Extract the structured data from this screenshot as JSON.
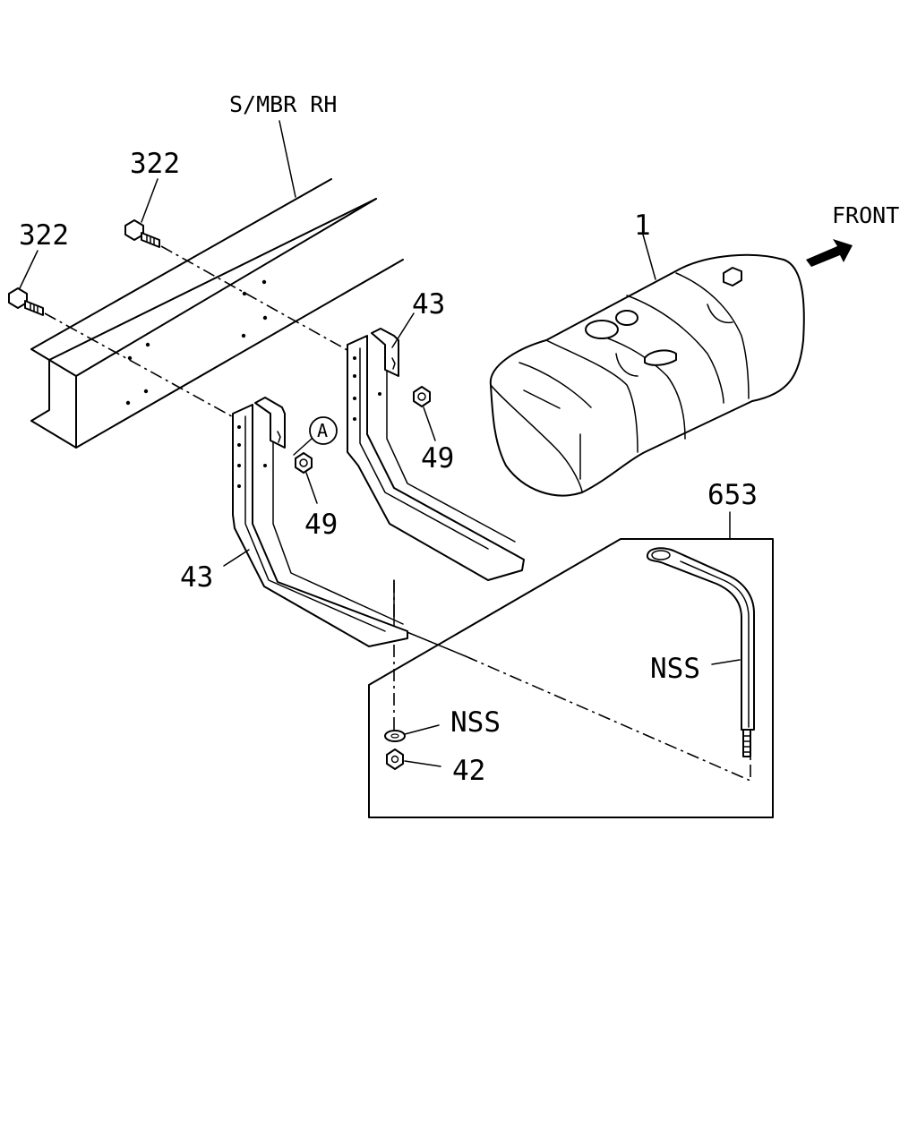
{
  "labels": {
    "frame": "S/MBR RH",
    "front": "FRONT",
    "bolt_upper": "322",
    "bolt_lower": "322",
    "tank": "1",
    "bracket_rear": "43",
    "bracket_front": "43",
    "nut_rear": "49",
    "nut_front": "49",
    "view_ref": "A",
    "strap_kit": "653",
    "strap_nss": "NSS",
    "washer_nss": "NSS",
    "nut_strap": "42"
  },
  "icons": {
    "front_arrow": "front-direction-arrow-icon"
  }
}
